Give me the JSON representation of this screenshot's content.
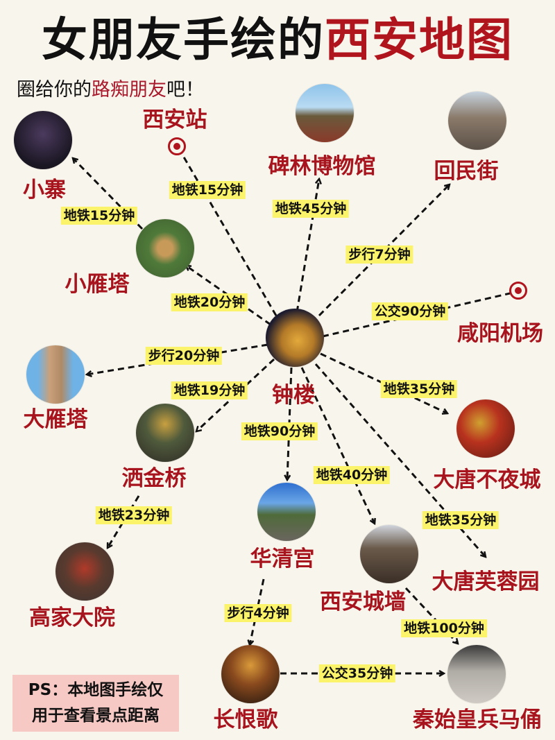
{
  "header": {
    "title_black": "女朋友手绘的",
    "title_red": "西安地图",
    "subtitle_prefix": "圈给你的",
    "subtitle_highlight": "路痴朋友",
    "subtitle_suffix": "吧！"
  },
  "center": {
    "name": "钟楼"
  },
  "places": {
    "xiaozhai": "小寨",
    "xian_station": "西安站",
    "beilin": "碑林博物馆",
    "huiminjie": "回民街",
    "xiaoyanta": "小雁塔",
    "xianyang_airport": "咸阳机场",
    "dayanta": "大雁塔",
    "sajinqiao": "洒金桥",
    "datang_buyecheng": "大唐不夜城",
    "huaqinggong": "华清宫",
    "city_wall": "西安城墙",
    "datang_furongyuan": "大唐芙蓉园",
    "gaojia_dayuan": "高家大院",
    "changhenge": "长恨歌",
    "terracotta": "秦始皇兵马俑"
  },
  "routes": {
    "xiaoyanta_xiaozhai": "地铁15分钟",
    "center_station": "地铁15分钟",
    "center_beilin": "地铁45分钟",
    "center_huiminjie": "步行7分钟",
    "center_xiaoyanta": "地铁20分钟",
    "center_airport": "公交90分钟",
    "center_dayanta": "步行20分钟",
    "center_sajinqiao": "地铁19分钟",
    "center_buyecheng": "地铁35分钟",
    "center_huaqinggong": "地铁90分钟",
    "center_citywall": "地铁40分钟",
    "center_furongyuan": "地铁35分钟",
    "sajinqiao_gaojia": "地铁23分钟",
    "huaqing_changhenge": "步行4分钟",
    "citywall_terracotta": "地铁100分钟",
    "changhenge_terracotta": "公交35分钟"
  },
  "note": {
    "line1": "PS：本地图手绘仅",
    "line2": "用于查看景点距离"
  },
  "colors": {
    "background": "#f8f5ec",
    "accent_red": "#b0141c",
    "label_yellow": "#fbf46a",
    "note_pink": "#f7c9c4"
  }
}
